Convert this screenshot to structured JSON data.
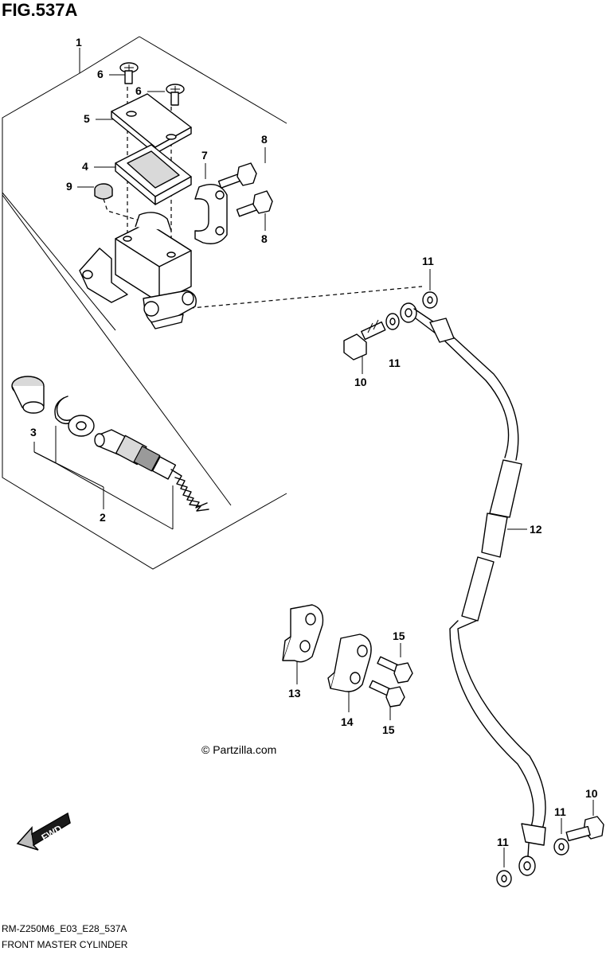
{
  "figure": {
    "title": "FIG.537A",
    "footer_code": "RM-Z250M6_E03_E28_537A",
    "footer_name": "FRONT MASTER CYLINDER",
    "copyright": "© Partzilla.com",
    "fwd_label": "FWD"
  },
  "callouts": {
    "c1": "1",
    "c2": "2",
    "c3": "3",
    "c4": "4",
    "c5": "5",
    "c6a": "6",
    "c6b": "6",
    "c7": "7",
    "c8a": "8",
    "c8b": "8",
    "c9": "9",
    "c10a": "10",
    "c10b": "10",
    "c11a": "11",
    "c11b": "11",
    "c11c": "11",
    "c11d": "11",
    "c12": "12",
    "c13": "13",
    "c14": "14",
    "c15a": "15",
    "c15b": "15"
  },
  "icons": {
    "fwd": "fwd-arrow-icon",
    "screw": "phillips-screw-icon",
    "bolt": "hex-bolt-icon"
  }
}
